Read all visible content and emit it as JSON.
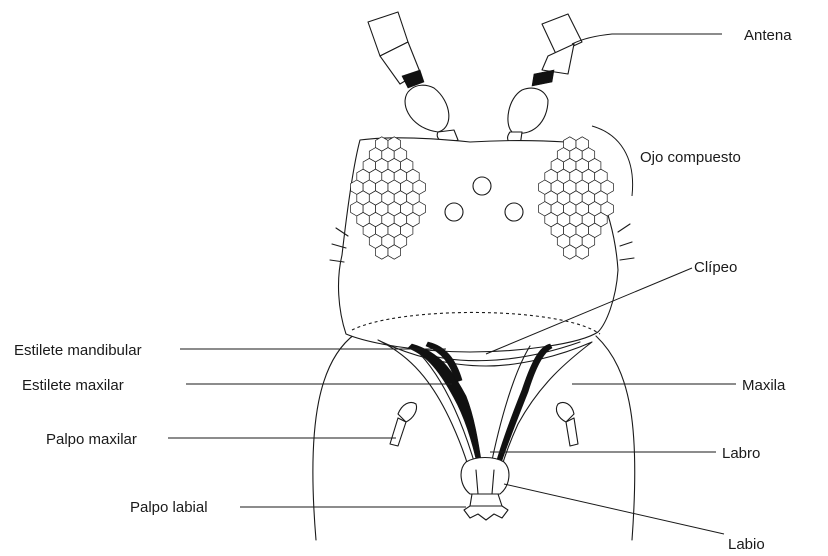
{
  "diagram": {
    "labels": {
      "antena": "Antena",
      "ojo_compuesto": "Ojo compuesto",
      "clipeo": "Clípeo",
      "estilete_mandibular": "Estilete mandibular",
      "estilete_maxilar": "Estilete maxilar",
      "maxila": "Maxila",
      "palpo_maxilar": "Palpo maxilar",
      "labro": "Labro",
      "palpo_labial": "Palpo labial",
      "labio": "Labio"
    }
  }
}
